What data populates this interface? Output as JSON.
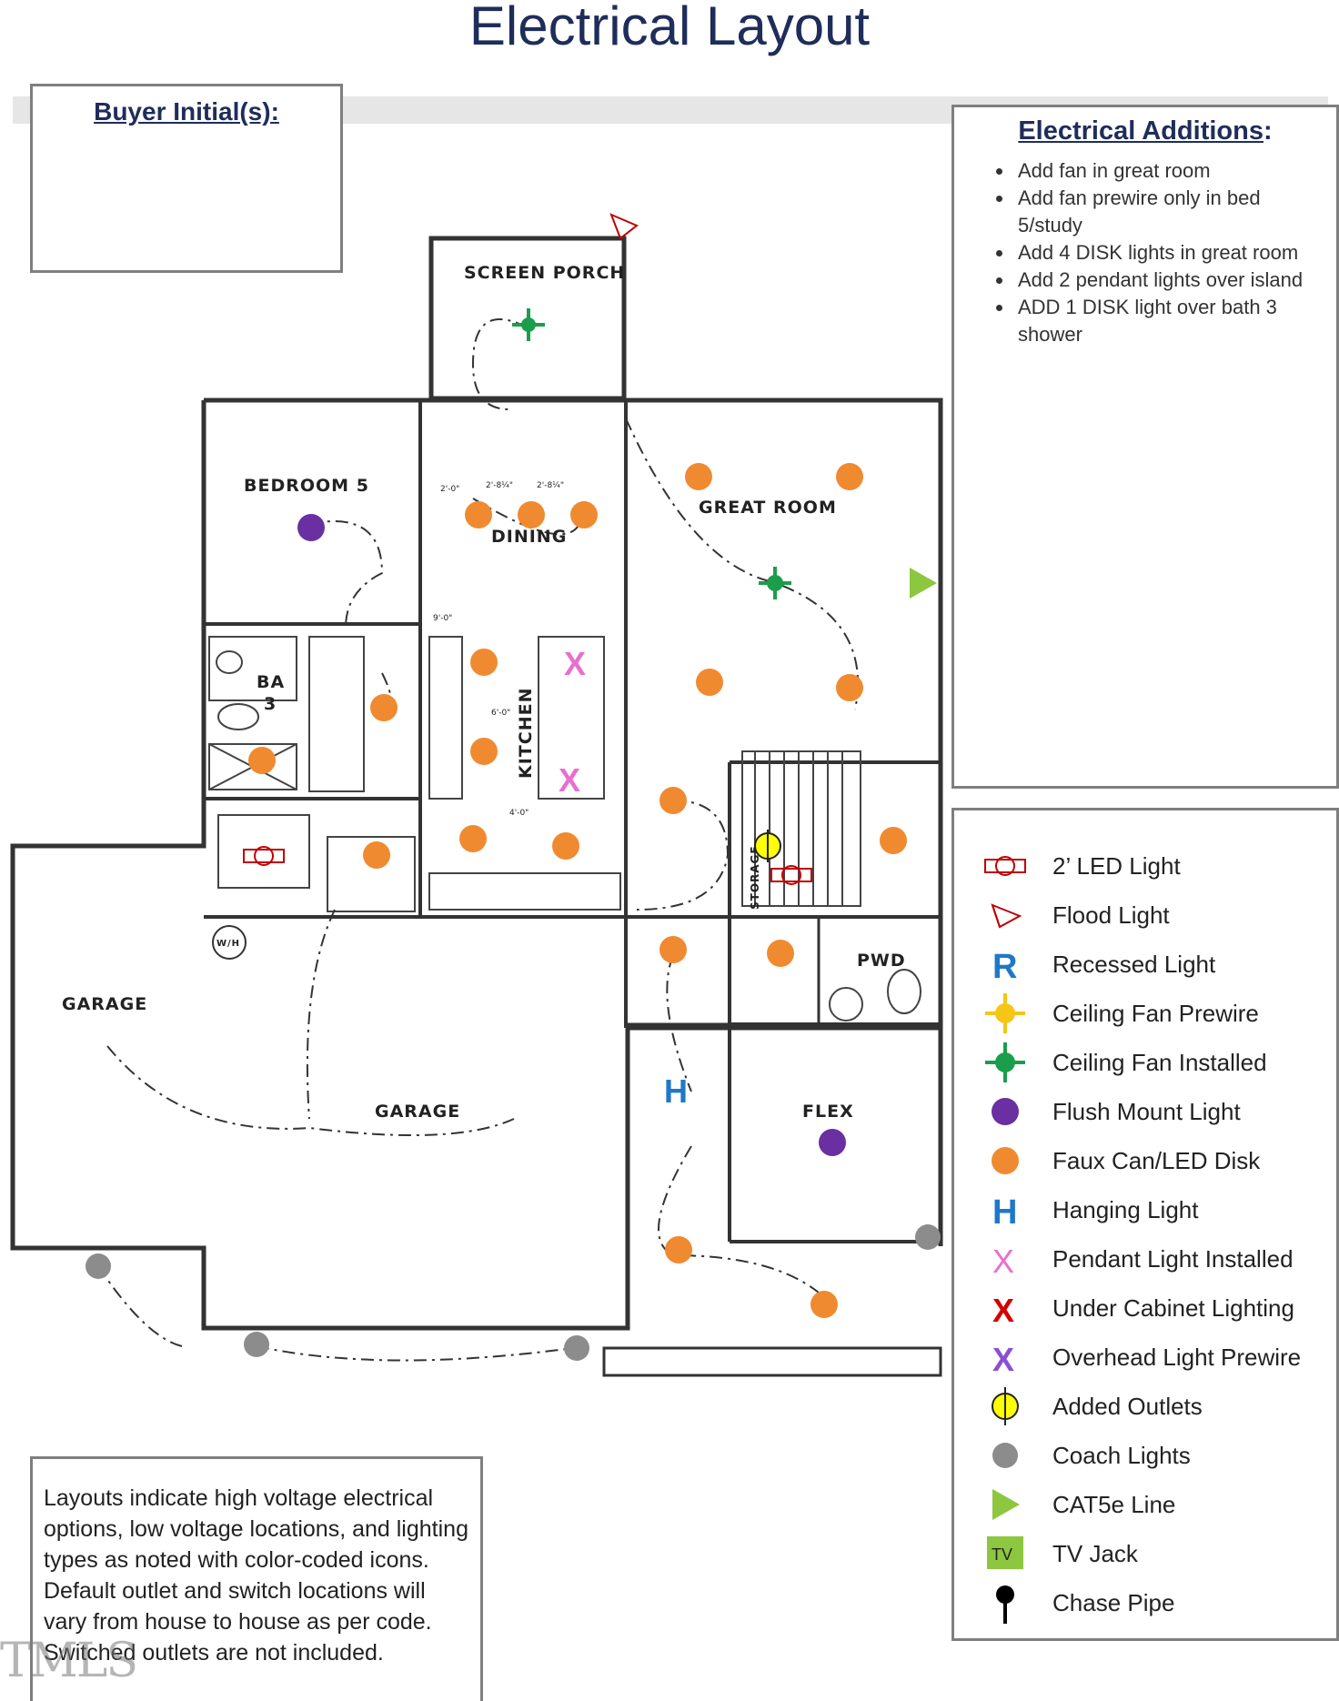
{
  "title": "Electrical Layout",
  "buyer_initials": {
    "label": "Buyer Initial(s):"
  },
  "electrical_additions": {
    "heading": "Electrical Additions",
    "items": [
      "Add fan in great room",
      "Add fan prewire only in bed 5/study",
      "Add 4 DISK lights in great room",
      "Add 2 pendant lights over island",
      "ADD 1 DISK light over bath 3 shower"
    ]
  },
  "legend": [
    {
      "label": "2’ LED Light",
      "icon": "led-2ft-icon",
      "color": "#c00000"
    },
    {
      "label": "Flood Light",
      "icon": "flood-light-icon",
      "color": "#c00000"
    },
    {
      "label": "Recessed Light",
      "icon": "recessed-light-icon",
      "glyph": "R",
      "color": "#1f78c8"
    },
    {
      "label": "Ceiling Fan Prewire",
      "icon": "ceiling-fan-prewire-icon",
      "color": "#f5c518"
    },
    {
      "label": "Ceiling Fan Installed",
      "icon": "ceiling-fan-installed-icon",
      "color": "#1a9e4b"
    },
    {
      "label": "Flush Mount Light",
      "icon": "flush-mount-light-icon",
      "color": "#6a2fa0"
    },
    {
      "label": "Faux Can/LED Disk",
      "icon": "faux-can-led-disk-icon",
      "color": "#f08a30"
    },
    {
      "label": "Hanging Light",
      "icon": "hanging-light-icon",
      "glyph": "H",
      "color": "#1f78c8"
    },
    {
      "label": "Pendant Light Installed",
      "icon": "pendant-light-icon",
      "glyph": "X",
      "color": "#e86fd0"
    },
    {
      "label": "Under Cabinet Lighting",
      "icon": "under-cabinet-icon",
      "glyph": "X",
      "color": "#d40000"
    },
    {
      "label": "Overhead Light Prewire",
      "icon": "overhead-prewire-icon",
      "glyph": "X",
      "color": "#8a4fd6"
    },
    {
      "label": "Added Outlets",
      "icon": "added-outlet-icon",
      "color": "#ffff00"
    },
    {
      "label": "Coach Lights",
      "icon": "coach-light-icon",
      "color": "#8c8c8c"
    },
    {
      "label": "CAT5e Line",
      "icon": "cat5e-icon",
      "color": "#8dc63f"
    },
    {
      "label": "TV Jack",
      "icon": "tv-jack-icon",
      "glyph": "TV",
      "color": "#8dc63f"
    },
    {
      "label": "Chase Pipe",
      "icon": "chase-pipe-icon",
      "color": "#000000"
    }
  ],
  "note": "Layouts indicate high voltage electrical options, low voltage locations, and lighting types as noted with color-coded icons. Default outlet and switch locations will vary from house to house as per code. Switched outlets are not included.",
  "rooms": {
    "screen_porch": "SCREEN PORCH",
    "bedroom5": "BEDROOM 5",
    "dining": "DINING",
    "great_room": "GREAT ROOM",
    "kitchen": "KITCHEN",
    "ba3_line1": "BA",
    "ba3_line2": "3",
    "garage_left": "GARAGE",
    "garage_main": "GARAGE",
    "pwd": "PWD",
    "flex": "FLEX",
    "storage": "STORAGE",
    "wh": "W/H"
  },
  "dims": [
    "2'-0\"",
    "2'-8¼\"",
    "2'-8¼\"",
    "9'-0\"",
    "6'-0\"",
    "4'-0\""
  ],
  "watermark": "TMLS"
}
